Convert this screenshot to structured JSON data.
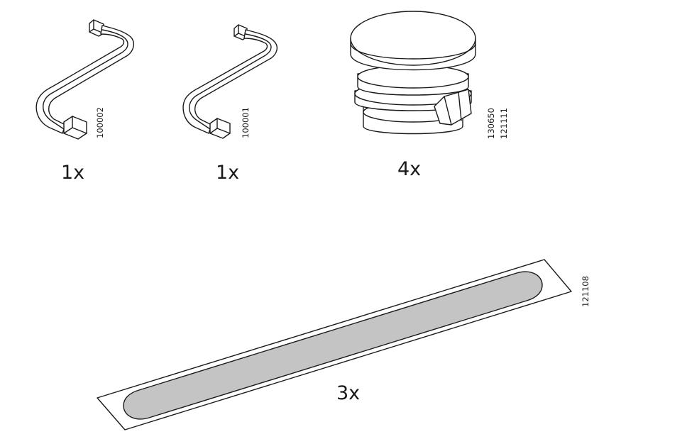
{
  "parts": [
    {
      "name": "allen-key-large",
      "quantity": "1x",
      "part_numbers": [
        "100002"
      ]
    },
    {
      "name": "allen-key-small",
      "quantity": "1x",
      "part_numbers": [
        "100001"
      ]
    },
    {
      "name": "plastic-plug",
      "quantity": "4x",
      "part_numbers": [
        "130650",
        "121111"
      ]
    },
    {
      "name": "adhesive-felt-strip",
      "quantity": "3x",
      "part_numbers": [
        "121108"
      ]
    }
  ],
  "colors": {
    "ink": "#1a1a1a",
    "strip_fill": "#c4c4c4",
    "background": "#ffffff"
  }
}
